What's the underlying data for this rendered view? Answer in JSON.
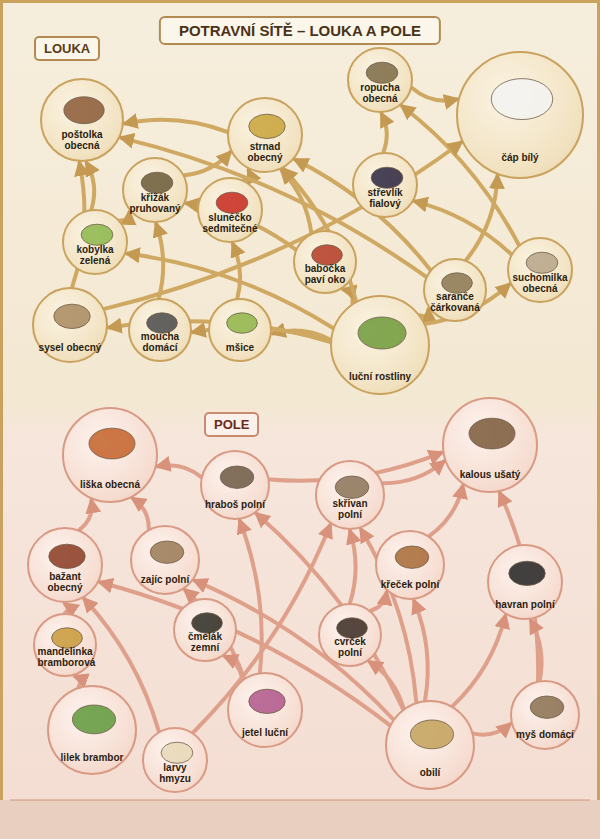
{
  "diagram": {
    "title": "POTRAVNÍ SÍTĚ – LOUKA A POLE",
    "nodes": [
      {
        "text": [
          "poštolka obecná"
        ]
      },
      {
        "text": [
          "strnad obecný"
        ]
      },
      {
        "text": [
          "ropucha obecná"
        ]
      },
      {
        "text": [
          "čáp bílý"
        ]
      },
      {
        "text": [
          "křižák pruhovaný"
        ]
      },
      {
        "text": [
          "slunéčko sedmitečné"
        ]
      },
      {
        "text": [
          "střevlík fialový"
        ]
      },
      {
        "text": [
          "kobylka zelená"
        ]
      },
      {
        "text": [
          "babočka paví oko"
        ]
      },
      {
        "text": [
          "saranče čárkovaná"
        ]
      },
      {
        "text": [
          "suchomilka obecná"
        ]
      },
      {
        "text": [
          "sysel obecný"
        ]
      },
      {
        "text": [
          "moucha domácí"
        ]
      },
      {
        "text": [
          "mšice"
        ]
      },
      {
        "text": [
          "luční rostliny"
        ]
      },
      {
        "text": [
          "liška obecná"
        ]
      },
      {
        "text": [
          "kalous ušatý"
        ]
      },
      {
        "text": [
          "hraboš polní"
        ]
      },
      {
        "text": [
          "skřivan polní"
        ]
      },
      {
        "text": [
          "bažant obecný"
        ]
      },
      {
        "text": [
          "zajíc polní"
        ]
      },
      {
        "text": [
          "křeček polní"
        ]
      },
      {
        "text": [
          "havran polní"
        ]
      },
      {
        "text": [
          "čmelák zemní"
        ]
      },
      {
        "text": [
          "cvrček polní"
        ]
      },
      {
        "text": [
          "mandelinka bramborová"
        ]
      },
      {
        "text": [
          "lilek brambor"
        ]
      },
      {
        "text": [
          "jetel luční"
        ]
      },
      {
        "text": [
          "larvy hmyzu"
        ]
      },
      {
        "text": [
          "obilí"
        ]
      },
      {
        "text": [
          "myš domácí"
        ]
      }
    ],
    "edges": [
      {
        "from": 14,
        "to": 8,
        "arrow": "to"
      },
      {
        "from": 14,
        "to": 9,
        "arrow": "to"
      },
      {
        "from": 14,
        "to": 10,
        "arrow": "to"
      },
      {
        "from": 14,
        "to": 13,
        "arrow": "to"
      },
      {
        "from": 14,
        "to": 7,
        "arrow": "to"
      },
      {
        "from": 14,
        "to": 11,
        "arrow": "to"
      },
      {
        "from": 14,
        "to": 1,
        "arrow": "to"
      },
      {
        "from": 14,
        "to": 12,
        "arrow": "to"
      },
      {
        "from": 13,
        "to": 5,
        "arrow": "to"
      },
      {
        "from": 12,
        "to": 4,
        "arrow": "to"
      },
      {
        "from": 7,
        "to": 4,
        "arrow": "to"
      },
      {
        "from": 7,
        "to": 0,
        "arrow": "to"
      },
      {
        "from": 4,
        "to": 1,
        "arrow": "to"
      },
      {
        "from": 5,
        "to": 1,
        "arrow": "to"
      },
      {
        "from": 8,
        "to": 1,
        "arrow": "to"
      },
      {
        "from": 8,
        "to": 4,
        "arrow": "to"
      },
      {
        "from": 9,
        "to": 0,
        "arrow": "to"
      },
      {
        "from": 9,
        "to": 3,
        "arrow": "to"
      },
      {
        "from": 9,
        "to": 1,
        "arrow": "to"
      },
      {
        "from": 10,
        "to": 6,
        "arrow": "to"
      },
      {
        "from": 10,
        "to": 2,
        "arrow": "to"
      },
      {
        "from": 6,
        "to": 2,
        "arrow": "to"
      },
      {
        "from": 11,
        "to": 0,
        "arrow": "to"
      },
      {
        "from": 11,
        "to": 3,
        "arrow": "to"
      },
      {
        "from": 1,
        "to": 0,
        "arrow": "to"
      },
      {
        "from": 2,
        "to": 3,
        "arrow": "to"
      },
      {
        "from": 29,
        "to": 17,
        "arrow": "to"
      },
      {
        "from": 29,
        "to": 18,
        "arrow": "to"
      },
      {
        "from": 29,
        "to": 21,
        "arrow": "to"
      },
      {
        "from": 29,
        "to": 22,
        "arrow": "to"
      },
      {
        "from": 29,
        "to": 30,
        "arrow": "to"
      },
      {
        "from": 29,
        "to": 24,
        "arrow": "to"
      },
      {
        "from": 29,
        "to": 19,
        "arrow": "to"
      },
      {
        "from": 29,
        "to": 20,
        "arrow": "to"
      },
      {
        "from": 27,
        "to": 20,
        "arrow": "to"
      },
      {
        "from": 27,
        "to": 23,
        "arrow": "to"
      },
      {
        "from": 27,
        "to": 17,
        "arrow": "to"
      },
      {
        "from": 26,
        "to": 25,
        "arrow": "to"
      },
      {
        "from": 28,
        "to": 19,
        "arrow": "to"
      },
      {
        "from": 28,
        "to": 18,
        "arrow": "to"
      },
      {
        "from": 25,
        "to": 19,
        "arrow": "to"
      },
      {
        "from": 17,
        "to": 15,
        "arrow": "to"
      },
      {
        "from": 17,
        "to": 16,
        "arrow": "to"
      },
      {
        "from": 20,
        "to": 15,
        "arrow": "to"
      },
      {
        "from": 19,
        "to": 15,
        "arrow": "to"
      },
      {
        "from": 18,
        "to": 16,
        "arrow": "to"
      },
      {
        "from": 21,
        "to": 16,
        "arrow": "to"
      },
      {
        "from": 30,
        "to": 16,
        "arrow": "to"
      },
      {
        "from": 30,
        "to": 22,
        "arrow": "to"
      },
      {
        "from": 24,
        "to": 18,
        "arrow": "to"
      },
      {
        "from": 24,
        "to": 21,
        "arrow": "to"
      }
    ],
    "labels": [
      "LOUKA",
      "POLE"
    ]
  }
}
